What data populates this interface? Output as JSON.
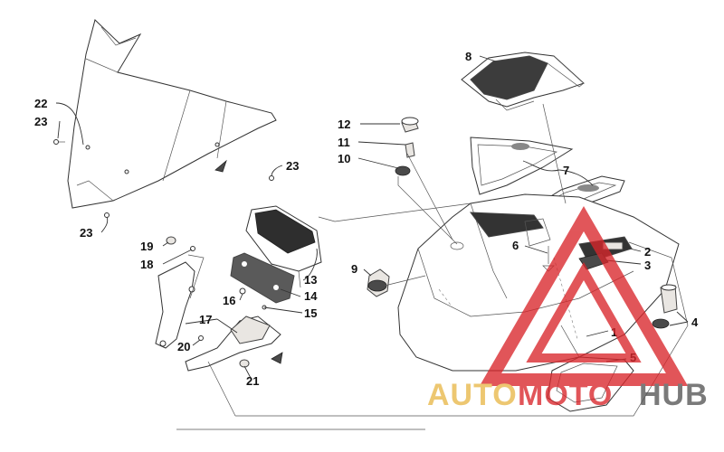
{
  "callouts": {
    "c1": "1",
    "c2": "2",
    "c3": "3",
    "c4": "4",
    "c5": "5",
    "c6": "6",
    "c7": "7",
    "c8": "8",
    "c9": "9",
    "c10": "10",
    "c11": "11",
    "c12": "12",
    "c13": "13",
    "c14": "14",
    "c15": "15",
    "c16": "16",
    "c17": "17",
    "c18": "18",
    "c19": "19",
    "c20": "20",
    "c21": "21",
    "c22": "22",
    "c23a": "23",
    "c23b": "23",
    "c23c": "23"
  },
  "watermark": {
    "brand_part1": "AUTO",
    "brand_part2": "MOTO",
    "brand_part3": "HUB",
    "color_gold": "#e8b84a",
    "color_red": "#d9262b",
    "color_dark": "#555555"
  }
}
